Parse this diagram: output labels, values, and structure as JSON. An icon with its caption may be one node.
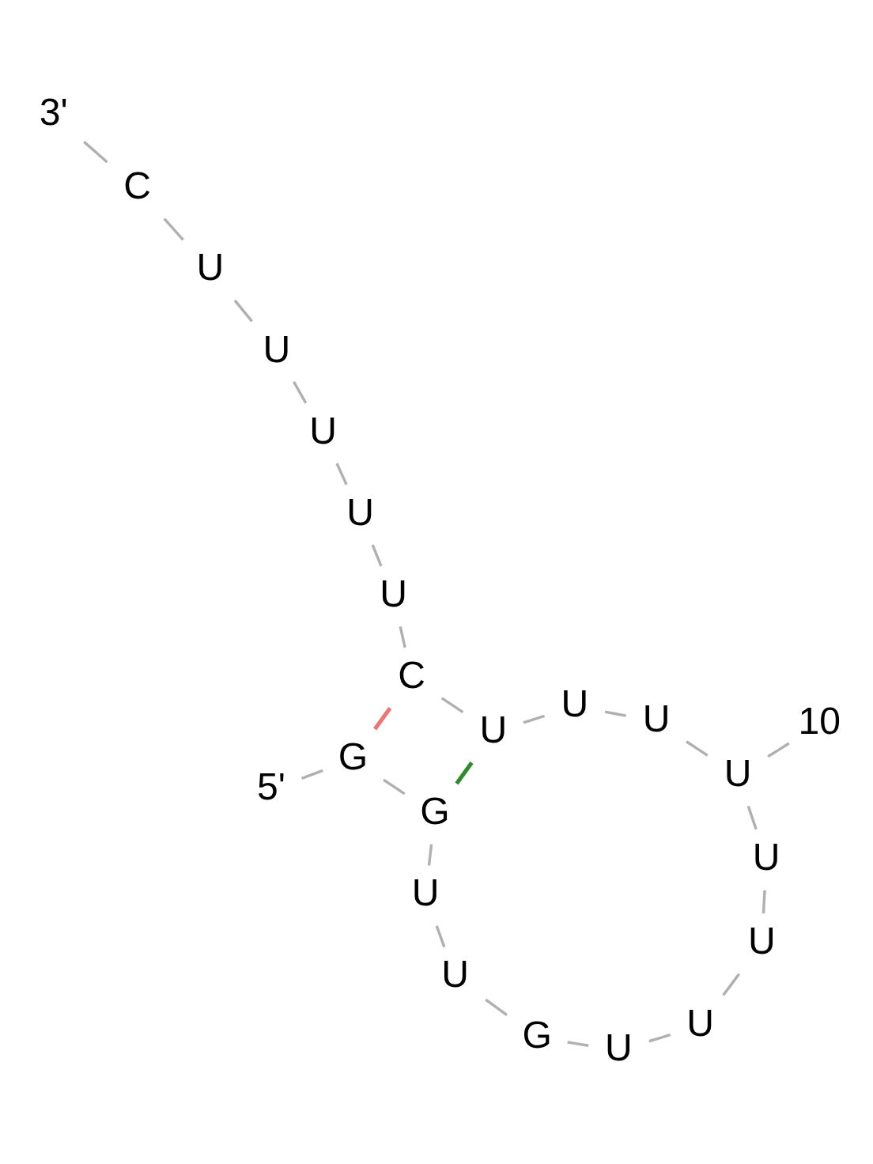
{
  "diagram": {
    "nodes": [
      {
        "text": [
          "5'"
        ]
      },
      {
        "text": [
          "G"
        ]
      },
      {
        "text": [
          "G"
        ]
      },
      {
        "text": [
          "U"
        ]
      },
      {
        "text": [
          "U"
        ]
      },
      {
        "text": [
          "G"
        ]
      },
      {
        "text": [
          "U"
        ]
      },
      {
        "text": [
          "U"
        ]
      },
      {
        "text": [
          "U"
        ]
      },
      {
        "text": [
          "U"
        ]
      },
      {
        "text": [
          "U"
        ]
      },
      {
        "text": [
          "U"
        ]
      },
      {
        "text": [
          "U"
        ]
      },
      {
        "text": [
          "U"
        ]
      },
      {
        "text": [
          "C"
        ]
      },
      {
        "text": [
          "U"
        ]
      },
      {
        "text": [
          "U"
        ]
      },
      {
        "text": [
          "U"
        ]
      },
      {
        "text": [
          "U"
        ]
      },
      {
        "text": [
          "U"
        ]
      },
      {
        "text": [
          "C"
        ]
      },
      {
        "text": [
          "3'"
        ]
      },
      {
        "text": [
          "10"
        ]
      }
    ],
    "edges": [
      {
        "from": 0,
        "to": 1,
        "arrow": "none"
      },
      {
        "from": 1,
        "to": 2,
        "arrow": "none"
      },
      {
        "from": 2,
        "to": 3,
        "arrow": "none"
      },
      {
        "from": 3,
        "to": 4,
        "arrow": "none"
      },
      {
        "from": 4,
        "to": 5,
        "arrow": "none"
      },
      {
        "from": 5,
        "to": 6,
        "arrow": "none"
      },
      {
        "from": 6,
        "to": 7,
        "arrow": "none"
      },
      {
        "from": 7,
        "to": 8,
        "arrow": "none"
      },
      {
        "from": 8,
        "to": 9,
        "arrow": "none"
      },
      {
        "from": 9,
        "to": 10,
        "arrow": "none"
      },
      {
        "from": 10,
        "to": 11,
        "arrow": "none"
      },
      {
        "from": 11,
        "to": 12,
        "arrow": "none"
      },
      {
        "from": 12,
        "to": 13,
        "arrow": "none"
      },
      {
        "from": 13,
        "to": 14,
        "arrow": "none"
      },
      {
        "from": 14,
        "to": 15,
        "arrow": "none"
      },
      {
        "from": 15,
        "to": 16,
        "arrow": "none"
      },
      {
        "from": 16,
        "to": 17,
        "arrow": "none"
      },
      {
        "from": 17,
        "to": 18,
        "arrow": "none"
      },
      {
        "from": 18,
        "to": 19,
        "arrow": "none"
      },
      {
        "from": 19,
        "to": 20,
        "arrow": "none"
      },
      {
        "from": 20,
        "to": 21,
        "arrow": "none"
      },
      {
        "from": 1,
        "to": 14,
        "arrow": "none",
        "color": "#e87878"
      },
      {
        "from": 2,
        "to": 13,
        "arrow": "none",
        "color": "#2e8b2e"
      },
      {
        "from": 22,
        "to": 10,
        "arrow": "none"
      }
    ]
  }
}
